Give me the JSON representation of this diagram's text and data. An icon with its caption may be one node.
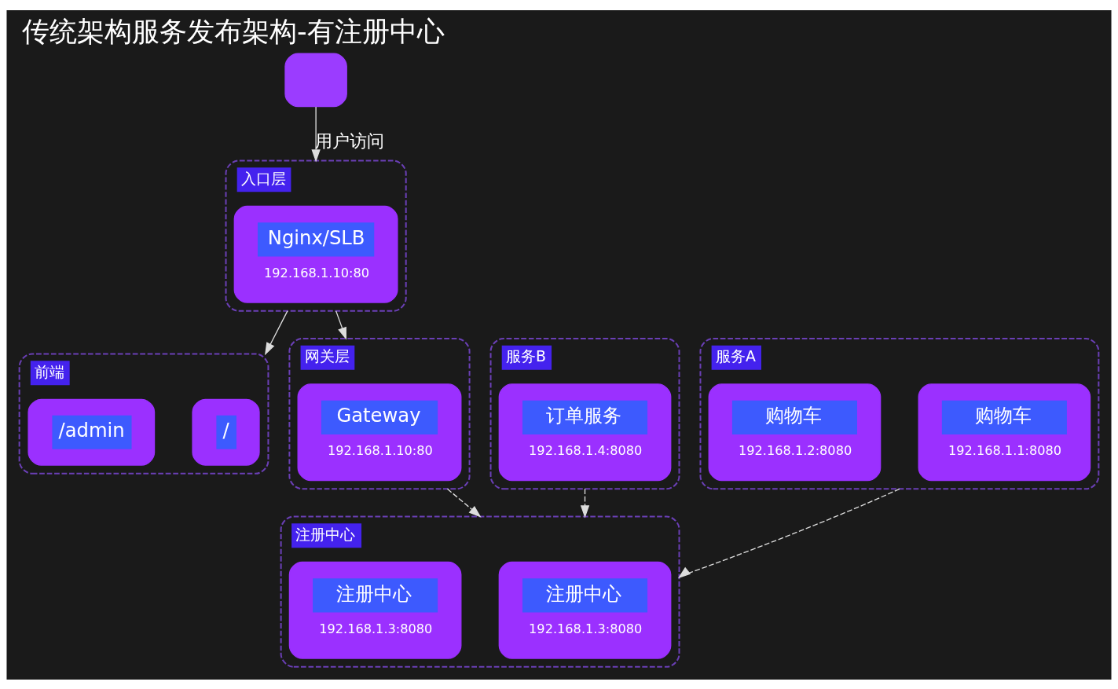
{
  "diagram": {
    "title": "传统架构服务发布架构-有注册中心",
    "nodes": [
      {
        "text": [],
        "shape": "person"
      },
      {
        "text": [
          "入口层"
        ]
      },
      {
        "text": [
          "Nginx/SLB",
          "192.168.1.10:80"
        ],
        "in": 1
      },
      {
        "text": [
          "前端"
        ]
      },
      {
        "text": [
          "/"
        ],
        "in": 3
      },
      {
        "text": [
          "/admin"
        ],
        "in": 3
      },
      {
        "text": [
          "网关层"
        ]
      },
      {
        "text": [
          "Gateway",
          "192.168.1.10:80"
        ],
        "in": 6
      },
      {
        "text": [
          "服务B"
        ]
      },
      {
        "text": [
          "订单服务",
          "192.168.1.4:8080"
        ],
        "in": 8
      },
      {
        "text": [
          "服务A"
        ]
      },
      {
        "text": [
          "购物车",
          "192.168.1.1:8080"
        ],
        "in": 10
      },
      {
        "text": [
          "购物车",
          "192.168.1.2:8080"
        ],
        "in": 10
      },
      {
        "text": [
          "注册中心"
        ]
      },
      {
        "text": [
          "注册中心",
          "192.168.1.3:8080"
        ],
        "in": 13
      },
      {
        "text": [
          "注册中心",
          "192.168.1.3:8080"
        ],
        "in": 13
      }
    ],
    "edges": [
      {
        "from": 0,
        "to": 1,
        "arrow": "to",
        "label": "用户访问"
      },
      {
        "from": 1,
        "to": 3,
        "arrow": "to"
      },
      {
        "from": 1,
        "to": 6,
        "arrow": "to"
      },
      {
        "from": 6,
        "to": 13,
        "arrow": "to",
        "style": "dashed"
      },
      {
        "from": 10,
        "to": 13,
        "arrow": "to",
        "style": "dashed"
      },
      {
        "from": 8,
        "to": 13,
        "arrow": "to",
        "style": "dashed"
      }
    ]
  }
}
